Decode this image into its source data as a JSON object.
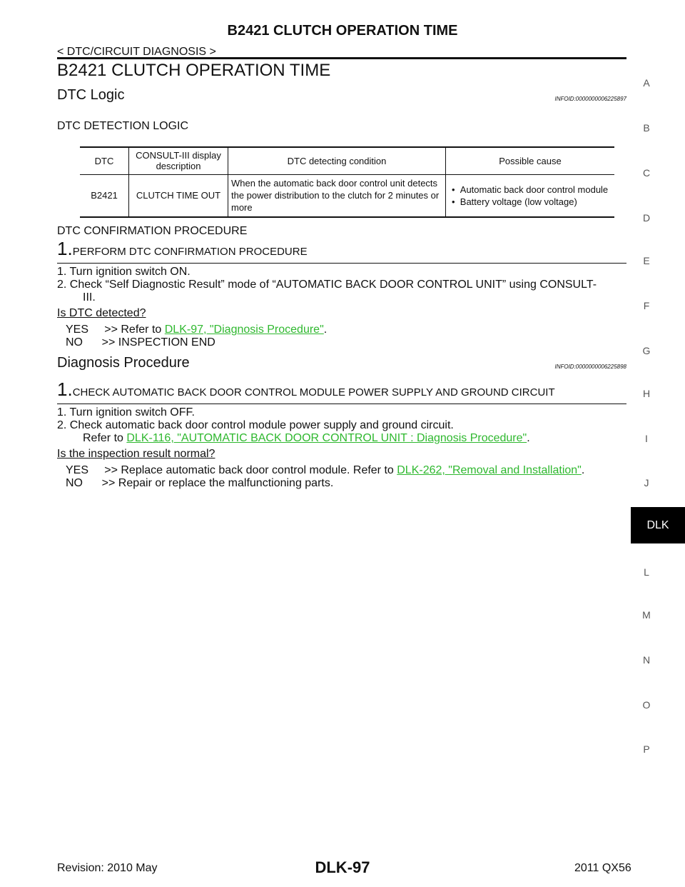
{
  "header": {
    "title": "B2421 CLUTCH OPERATION TIME",
    "breadcrumb": "< DTC/CIRCUIT DIAGNOSIS >"
  },
  "section_title": "B2421 CLUTCH OPERATION TIME",
  "dtc_logic": {
    "heading": "DTC Logic",
    "infoid": "INFOID:0000000006225897",
    "detection_caption": "DTC DETECTION LOGIC",
    "table": {
      "headers": [
        "DTC",
        "CONSULT-III display description",
        "DTC detecting condition",
        "Possible cause"
      ],
      "row": {
        "dtc": "B2421",
        "display": "CLUTCH TIME OUT",
        "condition": "When the automatic back door control unit detects the power distribution to the clutch for 2 minutes or more",
        "causes": [
          "Automatic back door control module",
          "Battery voltage (low voltage)"
        ]
      }
    },
    "confirmation_caption": "DTC CONFIRMATION PROCEDURE",
    "step": {
      "number": "1.",
      "title": "PERFORM DTC CONFIRMATION PROCEDURE",
      "lines": [
        "1. Turn ignition switch ON.",
        "2. Check “Self Diagnostic Result” mode of “AUTOMATIC BACK DOOR CONTROL UNIT” using CONSULT-",
        "III."
      ],
      "question": "Is DTC detected?",
      "yes_prefix": "YES     >> Refer to ",
      "yes_link": "DLK-97, \"Diagnosis Procedure\"",
      "yes_suffix": ".",
      "no_text": "NO      >> INSPECTION END"
    }
  },
  "diagnosis": {
    "heading": "Diagnosis Procedure",
    "infoid": "INFOID:0000000006225898",
    "step": {
      "number": "1.",
      "title": "CHECK AUTOMATIC BACK DOOR CONTROL MODULE POWER SUPPLY AND GROUND CIRCUIT",
      "line1": "1. Turn ignition switch OFF.",
      "line2": "2. Check automatic back door control module power supply and ground circuit.",
      "line3_prefix": "Refer to ",
      "line3_link": "DLK-116, \"AUTOMATIC BACK DOOR CONTROL UNIT : Diagnosis Procedure\"",
      "line3_suffix": ".",
      "question": "Is the inspection result normal?",
      "yes_prefix": "YES     >> Replace automatic back door control module. Refer to ",
      "yes_link": "DLK-262, \"Removal and Installation\"",
      "yes_suffix": ".",
      "no_text": "NO      >> Repair or replace the malfunctioning parts."
    }
  },
  "side_tabs": [
    "A",
    "B",
    "C",
    "D",
    "E",
    "F",
    "G",
    "H",
    "I",
    "J",
    "DLK",
    "L",
    "M",
    "N",
    "O",
    "P"
  ],
  "footer": {
    "revision": "Revision: 2010 May",
    "page": "DLK-97",
    "model": "2011 QX56"
  }
}
